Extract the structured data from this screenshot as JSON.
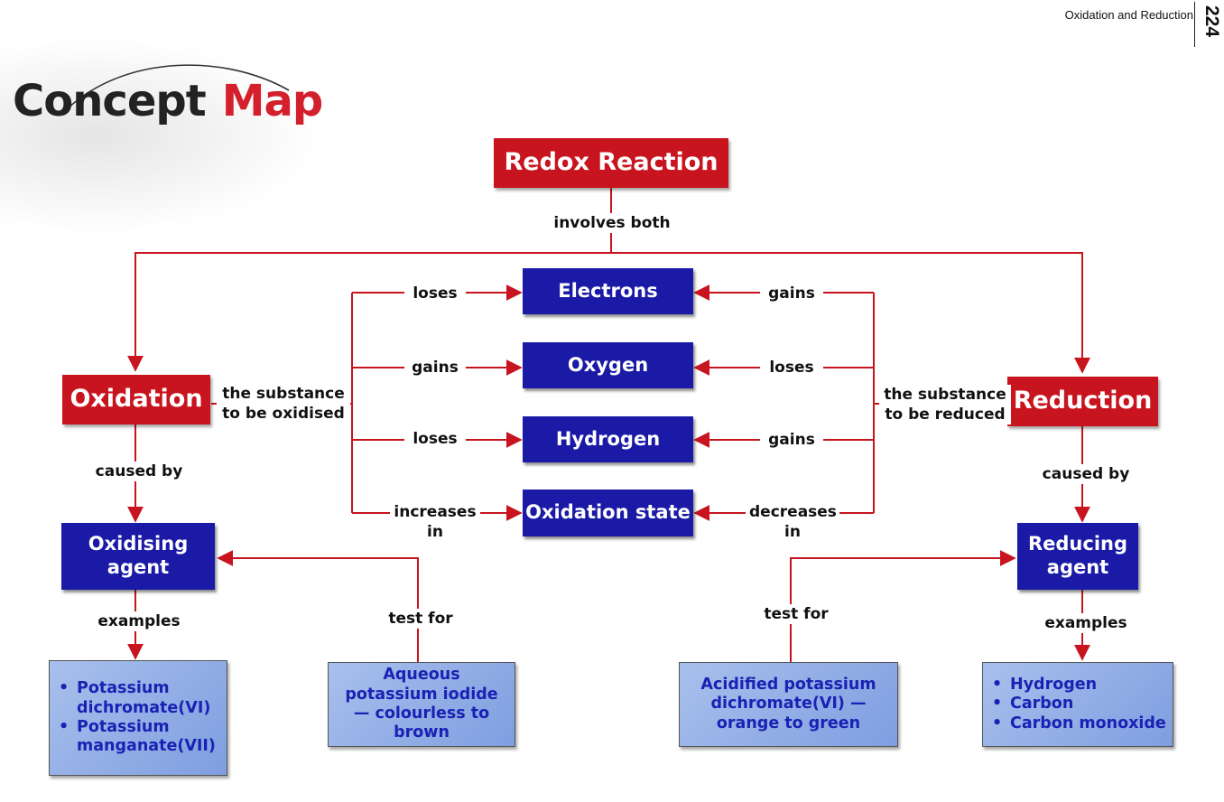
{
  "header": {
    "chapter": "Oxidation and Reduction",
    "page": "224"
  },
  "title": {
    "part1": "Concept",
    "part2": "Map"
  },
  "colors": {
    "red": "#c8141e",
    "blue": "#1a1aa6",
    "light_blue": "#98b4e8",
    "line": "#c8141e"
  },
  "nodes": {
    "redox": "Redox Reaction",
    "oxidation": "Oxidation",
    "reduction": "Reduction",
    "electrons": "Electrons",
    "oxygen": "Oxygen",
    "hydrogen": "Hydrogen",
    "oxidation_state": "Oxidation state",
    "oxidising_agent": "Oxidising agent",
    "reducing_agent": "Reducing agent",
    "oxidising_examples": [
      "Potassium dichromate(VI)",
      "Potassium manganate(VII)"
    ],
    "oxidising_test": "Aqueous potassium iodide — colourless to brown",
    "reducing_test": "Acidified potassium dichromate(VI) — orange to green",
    "reducing_examples": [
      "Hydrogen",
      "Carbon",
      "Carbon monoxide"
    ]
  },
  "labels": {
    "involves_both": "involves both",
    "substance_oxidised": "the substance to be oxidised",
    "substance_reduced": "the substance to be reduced",
    "left_electrons": "loses",
    "left_oxygen": "gains",
    "left_hydrogen": "loses",
    "left_state": "increases in",
    "right_electrons": "gains",
    "right_oxygen": "loses",
    "right_hydrogen": "gains",
    "right_state": "decreases in",
    "caused_by_left": "caused by",
    "caused_by_right": "caused by",
    "examples_left": "examples",
    "examples_right": "examples",
    "test_for_left": "test for",
    "test_for_right": "test for"
  }
}
